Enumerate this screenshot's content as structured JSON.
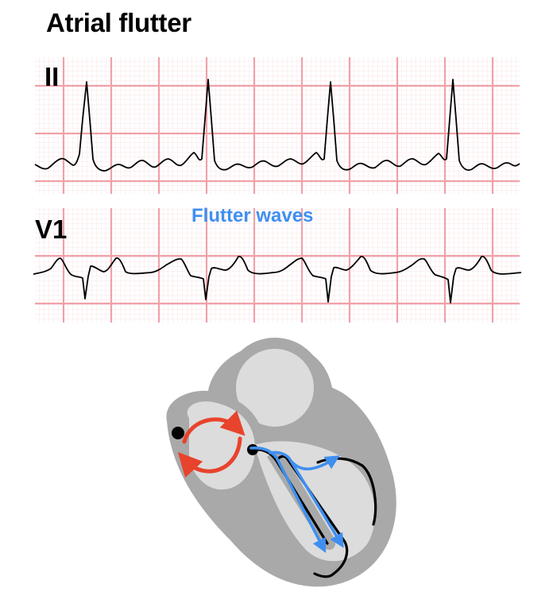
{
  "title": "Atrial flutter",
  "leads": {
    "lead_ii": "II",
    "lead_v1": "V1"
  },
  "annotation": "Flutter waves",
  "colors": {
    "grid_major": "#f0a1a8",
    "grid_minor": "#fbe3e6",
    "trace": "#000000",
    "annotation_blue": "#3f8ff0",
    "reentry_red": "#e8432c",
    "conduction_blue": "#3f8ff0",
    "heart_outer": "#a9a9a9",
    "heart_inner": "#dcdcdc"
  }
}
